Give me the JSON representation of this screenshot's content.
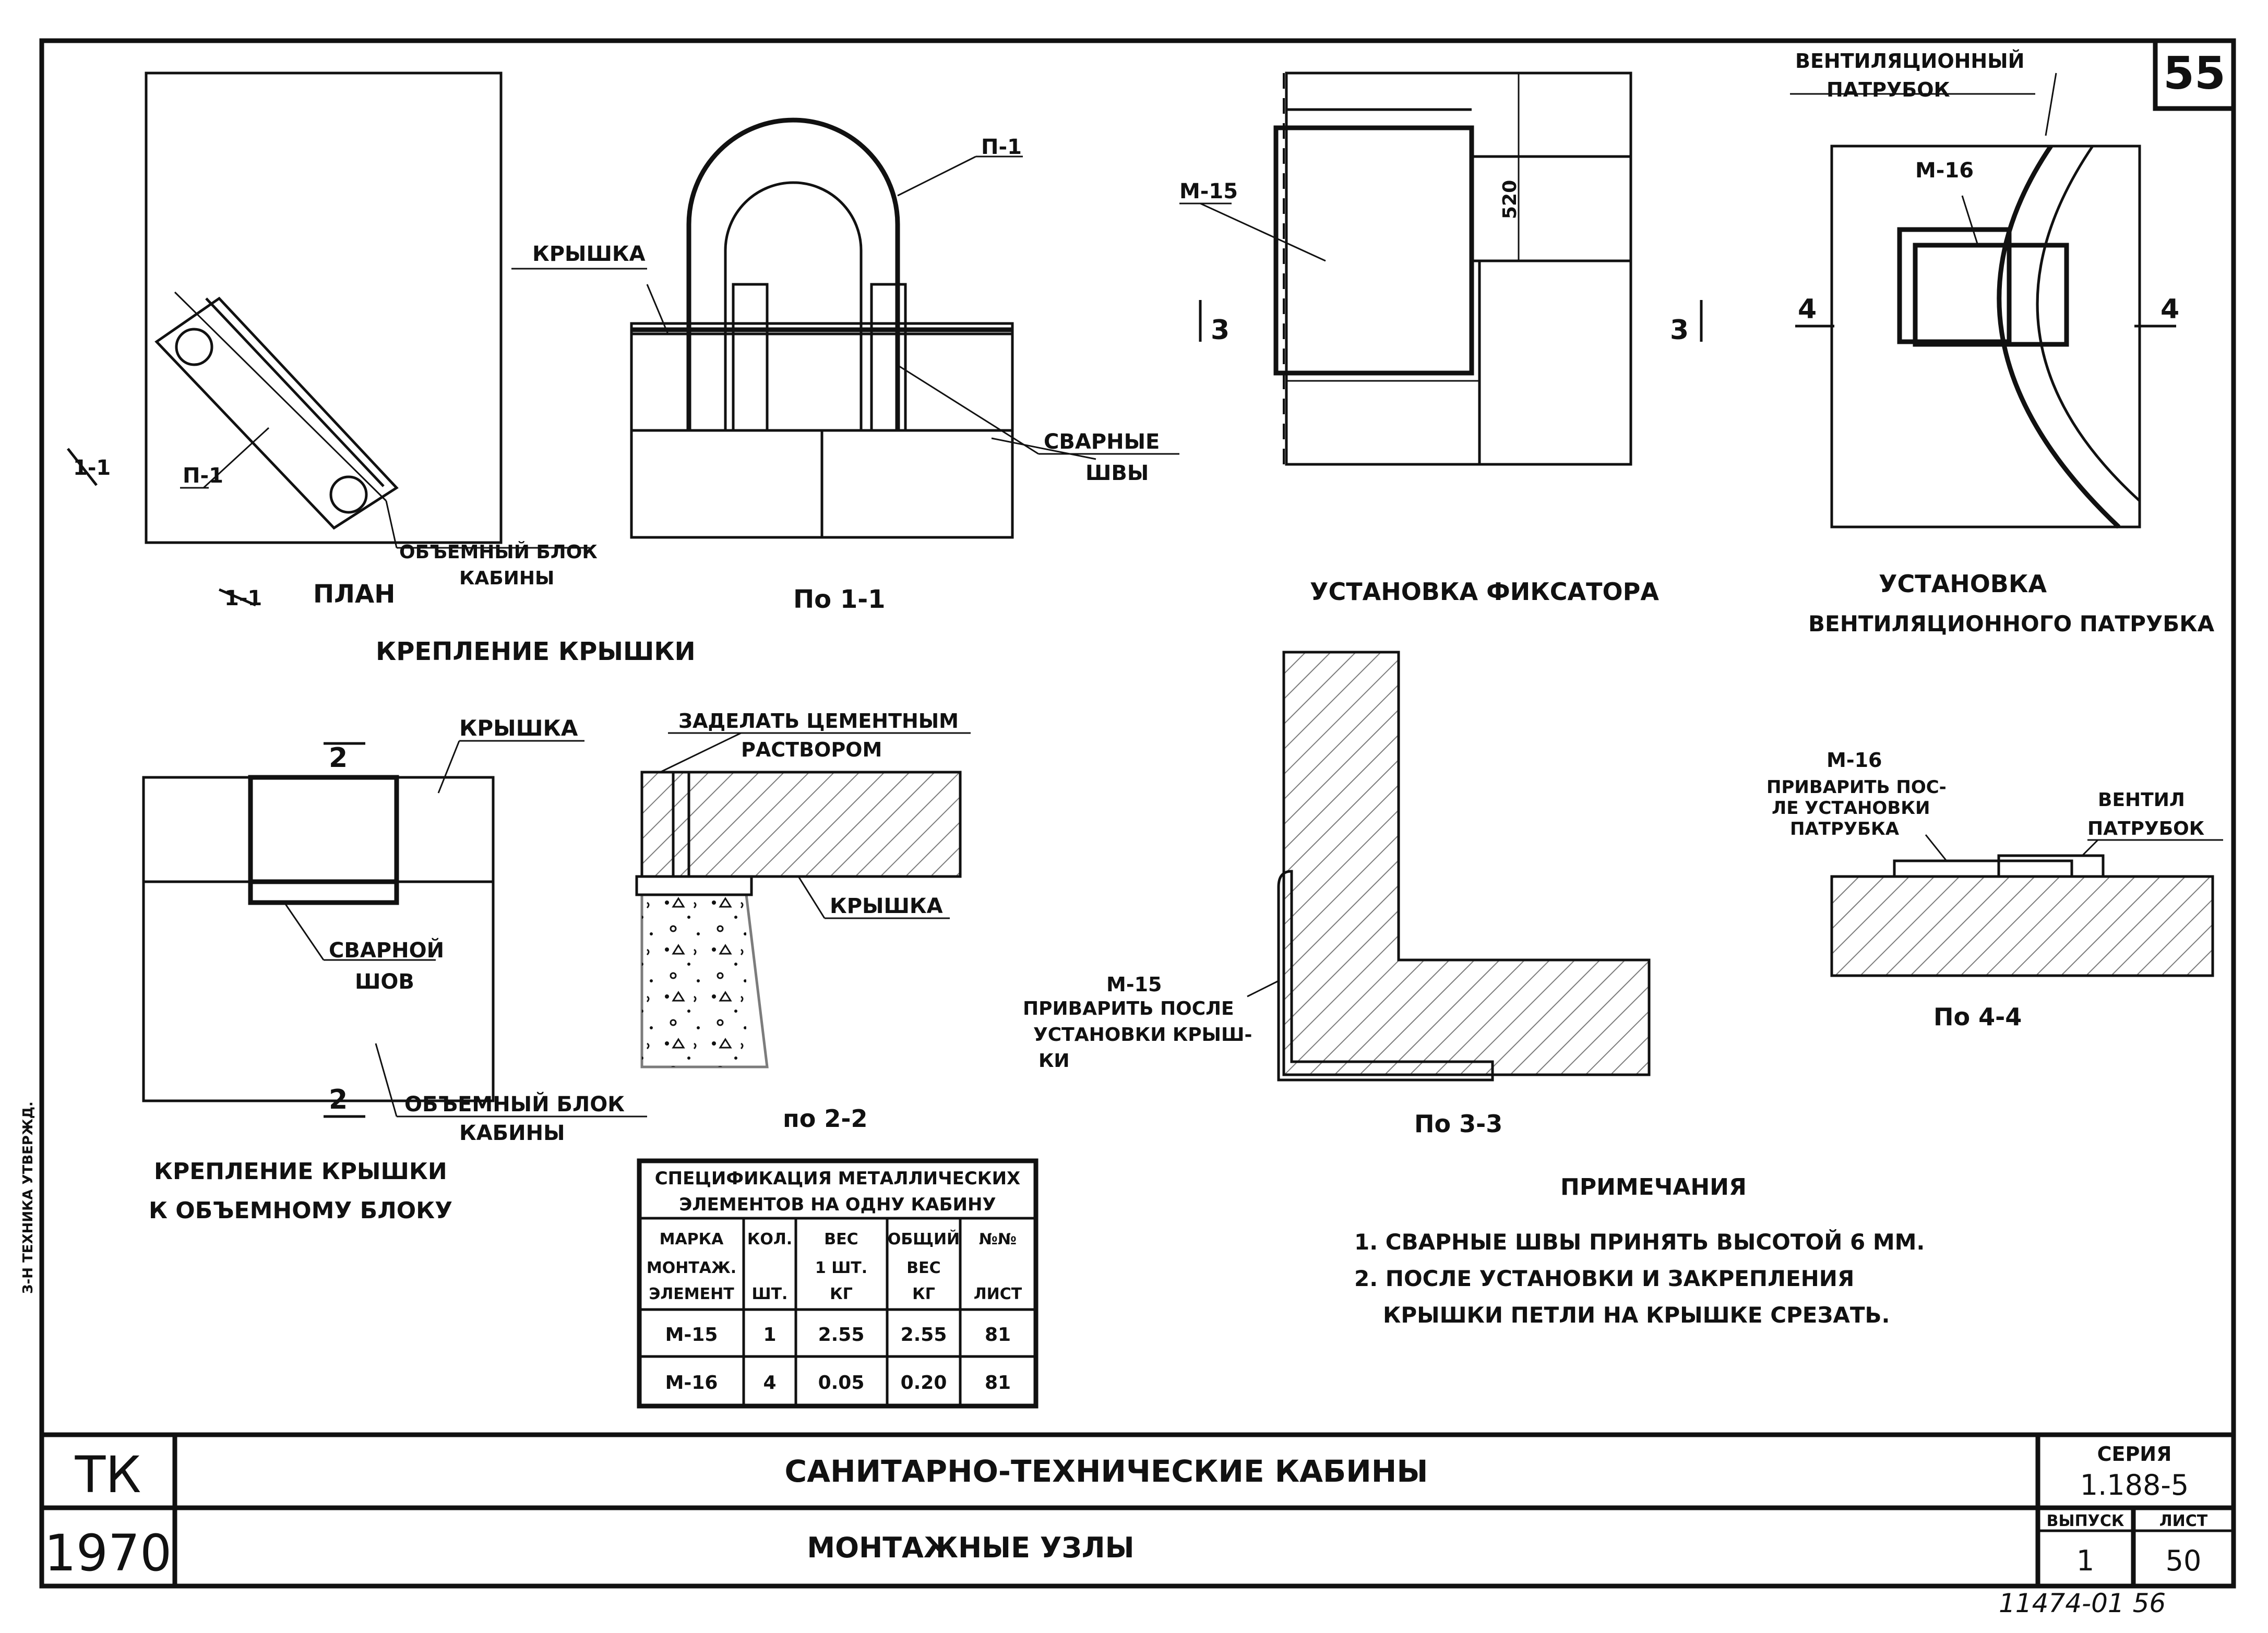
{
  "sheet": {
    "page_number": "55",
    "archive_number": "11474-01  56"
  },
  "plan_view": {
    "section_mark": "1-1",
    "label_part": "П-1",
    "label_block_1": "ОБЪЕМНЫЙ БЛОК",
    "label_block_2": "КАБИНЫ",
    "caption": "ПЛАН"
  },
  "section_1_1": {
    "label_part": "П-1",
    "label_cover": "КРЫШКА",
    "label_welds_1": "СВАРНЫЕ",
    "label_welds_2": "ШВЫ",
    "caption": "По 1-1"
  },
  "group_caption": "КРЕПЛЕНИЕ      КРЫШКИ",
  "fixator": {
    "label_mark": "М-15",
    "dimension": "520",
    "section_left": "3",
    "section_right": "3",
    "caption": "УСТАНОВКА ФИКСАТОРА"
  },
  "vent": {
    "label_pipe_1": "ВЕНТИЛЯЦИОННЫЙ",
    "label_pipe_2": "ПАТРУБОК",
    "label_mark": "М-16",
    "section_left": "4",
    "section_right": "4",
    "caption_1": "УСТАНОВКА",
    "caption_2": "ВЕНТИЛЯЦИОННОГО ПАТРУБКА"
  },
  "attach_view": {
    "label_cover": "КРЫШКА",
    "label_weld_1": "СВАРНОЙ",
    "label_weld_2": "ШОВ",
    "label_block_1": "ОБЪЕМНЫЙ БЛОК",
    "label_block_2": "КАБИНЫ",
    "section_top": "2",
    "section_bottom": "2",
    "caption_1": "КРЕПЛЕНИЕ  КРЫШКИ",
    "caption_2": "К ОБЪЕМНОМУ   БЛОКУ"
  },
  "section_2_2": {
    "label_mortar_1": "ЗАДЕЛАТЬ ЦЕМЕНТНЫМ",
    "label_mortar_2": "РАСТВОРОМ",
    "label_cover": "КРЫШКА",
    "caption": "по 2-2"
  },
  "section_3_3": {
    "label_mark": "М-15",
    "note_1": "ПРИВАРИТЬ ПОСЛЕ",
    "note_2": "УСТАНОВКИ КРЫШ-",
    "note_3": "КИ",
    "caption": "По 3-3"
  },
  "section_4_4": {
    "label_mark": "М-16",
    "note_1": "ПРИВАРИТЬ ПОС-",
    "note_2": "ЛЕ УСТАНОВКИ",
    "note_3": "ПАТРУБКА",
    "label_vent_1": "ВЕНТИЛ",
    "label_vent_2": "ПАТРУБОК",
    "caption": "По 4-4"
  },
  "spec_table": {
    "title_1": "СПЕЦИФИКАЦИЯ МЕТАЛЛИЧЕСКИХ",
    "title_2": "ЭЛЕМЕНТОВ НА ОДНУ КАБИНУ",
    "headers": [
      [
        "МАРКА",
        "МОНТАЖ.",
        "ЭЛЕМЕНТ"
      ],
      [
        "КОЛ.",
        "",
        "ШТ."
      ],
      [
        "ВЕС",
        "1 ШТ.",
        "КГ"
      ],
      [
        "ОБЩИЙ",
        "ВЕС",
        "КГ"
      ],
      [
        "№№",
        "",
        "ЛИСТ"
      ]
    ],
    "rows": [
      [
        "М-15",
        "1",
        "2.55",
        "2.55",
        "81"
      ],
      [
        "М-16",
        "4",
        "0.05",
        "0.20",
        "81"
      ]
    ]
  },
  "notes": {
    "title": "ПРИМЕЧАНИЯ",
    "items": [
      "1. СВАРНЫЕ   ШВЫ  ПРИНЯТЬ   ВЫСОТОЙ  6 ММ.",
      "2. ПОСЛЕ   УСТАНОВКИ   И   ЗАКРЕПЛЕНИЯ",
      "КРЫШКИ   ПЕТЛИ  НА  КРЫШКЕ  СРЕЗАТЬ."
    ]
  },
  "side_stamp": "З-Н ТЕХНИКА   УТВЕРЖД.",
  "title_block": {
    "org": "ТК",
    "year": "1970",
    "title": "САНИТАРНО-ТЕХНИЧЕСКИЕ   КАБИНЫ",
    "subtitle": "МОНТАЖНЫЕ      УЗЛЫ",
    "series_label": "СЕРИЯ",
    "series_value": "1.188-5",
    "issue_label": "ВЫПУСК",
    "issue_value": "1",
    "sheet_label": "ЛИСТ",
    "sheet_value": "50"
  }
}
